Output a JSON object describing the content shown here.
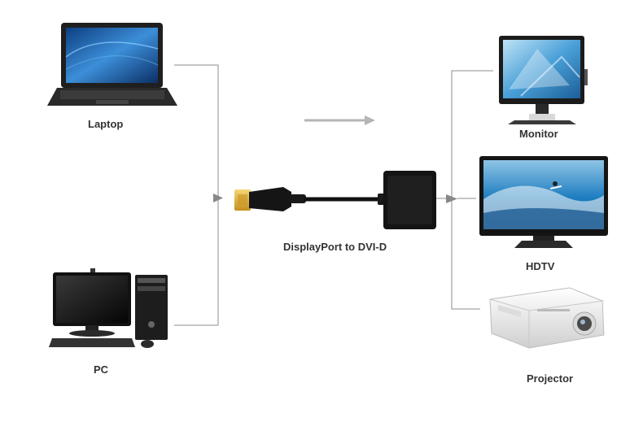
{
  "diagram": {
    "sources": [
      {
        "id": "laptop",
        "label": "Laptop",
        "icon": "laptop-icon"
      },
      {
        "id": "pc",
        "label": "PC",
        "icon": "desktop-pc-icon"
      }
    ],
    "adapter": {
      "label": "DisplayPort to DVI-D",
      "icon": "displayport-dvi-adapter-icon"
    },
    "outputs": [
      {
        "id": "monitor",
        "label": "Monitor",
        "icon": "monitor-icon"
      },
      {
        "id": "hdtv",
        "label": "HDTV",
        "icon": "hdtv-icon"
      },
      {
        "id": "projector",
        "label": "Projector",
        "icon": "projector-icon"
      }
    ],
    "colors": {
      "line": "#8c8c8c",
      "arrow": "#888888",
      "device_body": "#2b2b2b",
      "screen_blue": "#2f7fc4",
      "dp_gold": "#e2b23a"
    }
  }
}
